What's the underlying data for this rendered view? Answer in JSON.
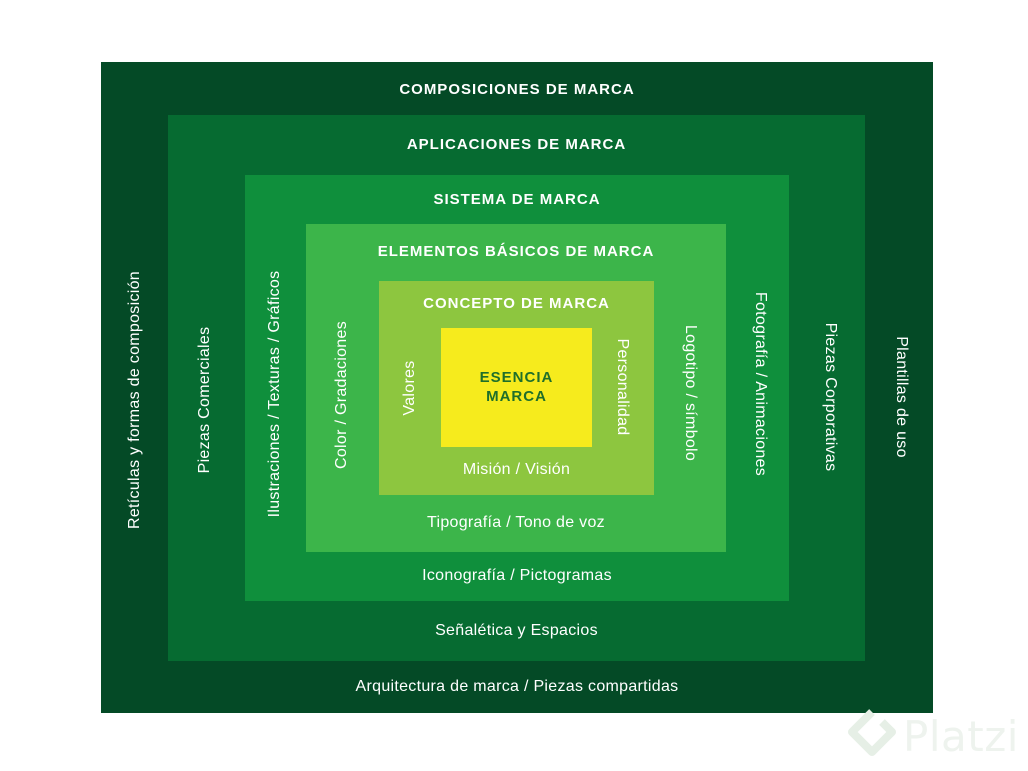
{
  "colors": {
    "level1": "#044a26",
    "level2": "#066b31",
    "level3": "#0f8f3c",
    "level4": "#3cb54a",
    "level5": "#8dc63f",
    "core": "#f6eb1d",
    "text": "#ffffff",
    "core_text": "#1f6f2a"
  },
  "levels": [
    {
      "title": "COMPOSICIONES DE MARCA",
      "left_label": "Retículas y formas de composición",
      "right_label": "Plantillas de uso",
      "bottom_label": "Arquitectura de marca / Piezas compartidas"
    },
    {
      "title": "APLICACIONES DE MARCA",
      "left_label": "Piezas Comerciales",
      "right_label": "Piezas Corporativas",
      "bottom_label": "Señalética y Espacios"
    },
    {
      "title": "SISTEMA DE MARCA",
      "left_label": "Ilustraciones / Texturas / Gráficos",
      "right_label": "Fotografía / Animaciones",
      "bottom_label": "Iconografía / Pictogramas"
    },
    {
      "title": "ELEMENTOS  BÁSICOS DE MARCA",
      "left_label": "Color / Gradaciones",
      "right_label": "Logotipo / símbolo",
      "bottom_label": "Tipografía / Tono de voz"
    },
    {
      "title": "CONCEPTO DE MARCA",
      "left_label": "Valores",
      "right_label": "Personalidad",
      "bottom_label": "Misión / Visión"
    }
  ],
  "core": {
    "line1": "ESENCIA",
    "line2": "MARCA"
  },
  "watermark": {
    "text": "Platzi",
    "icon": "platzi-logo-icon"
  }
}
